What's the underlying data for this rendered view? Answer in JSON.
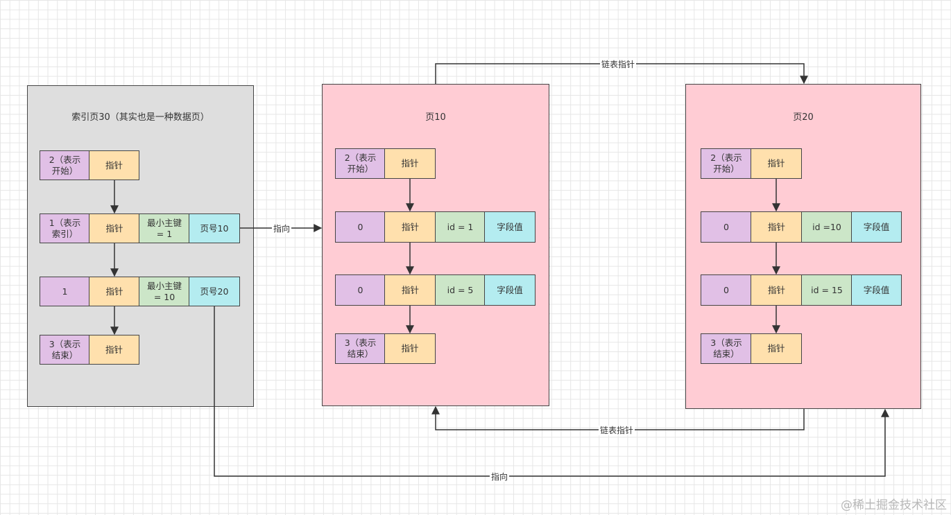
{
  "index_page": {
    "title": "索引页30（其实也是一种数据页）",
    "rows": [
      [
        "2（表示\n开始）",
        "指针"
      ],
      [
        "1（表示\n索引）",
        "指针",
        "最小主键\n= 1",
        "页号10"
      ],
      [
        "1",
        "指针",
        "最小主键\n= 10",
        "页号20"
      ],
      [
        "3（表示\n结束）",
        "指针"
      ]
    ]
  },
  "page10": {
    "title": "页10",
    "rows": [
      [
        "2（表示\n开始）",
        "指针"
      ],
      [
        "0",
        "指针",
        "id = 1",
        "字段值"
      ],
      [
        "0",
        "指针",
        "id = 5",
        "字段值"
      ],
      [
        "3（表示\n结束）",
        "指针"
      ]
    ]
  },
  "page20": {
    "title": "页20",
    "rows": [
      [
        "2（表示\n开始）",
        "指针"
      ],
      [
        "0",
        "指针",
        "id =10",
        "字段值"
      ],
      [
        "0",
        "指针",
        "id = 15",
        "字段值"
      ],
      [
        "3（表示\n结束）",
        "指针"
      ]
    ]
  },
  "edges": {
    "to_page10": "指向",
    "to_page20": "指向",
    "link_top": "链表指针",
    "link_bottom": "链表指针"
  },
  "watermark": "@稀土掘金技术社区"
}
